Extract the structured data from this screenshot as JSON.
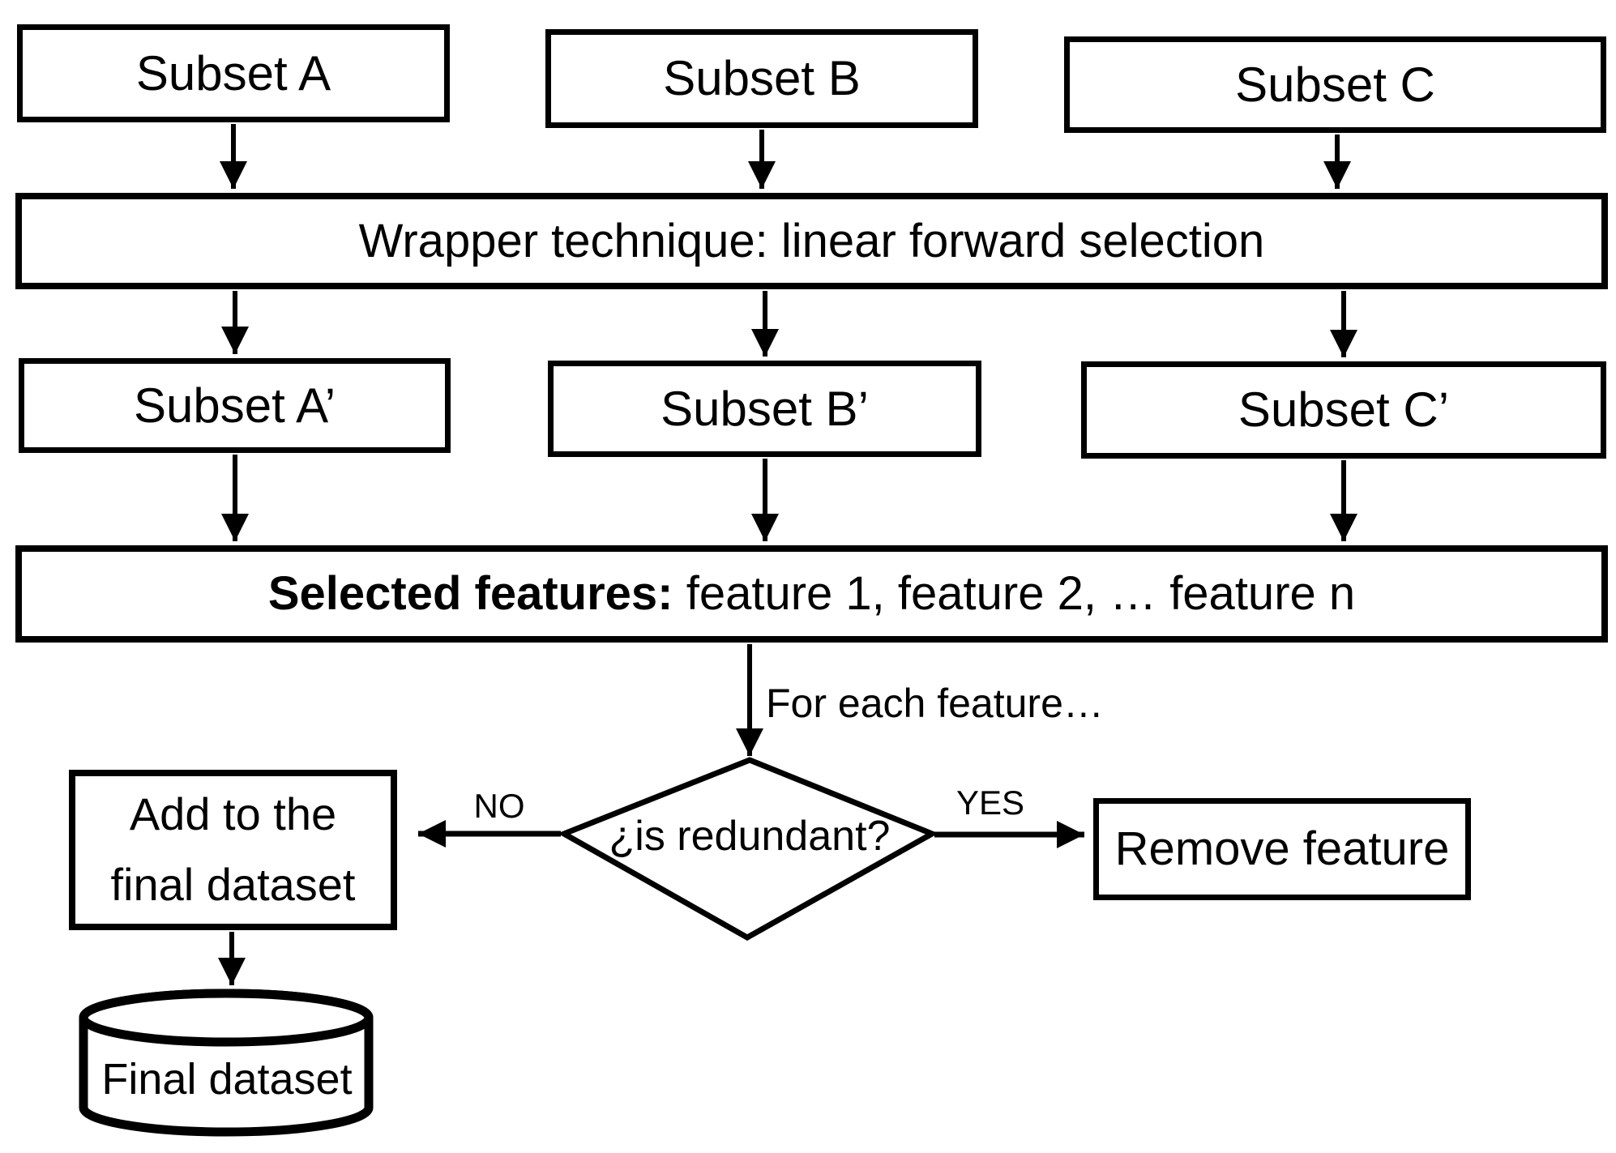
{
  "diagram": {
    "nodes": {
      "subset_a": "Subset A",
      "subset_b": "Subset B",
      "subset_c": "Subset C",
      "wrapper": "Wrapper technique: linear forward selection",
      "subset_a_prime": "Subset A’",
      "subset_b_prime": "Subset B’",
      "subset_c_prime": "Subset C’",
      "selected_bold": "Selected features:",
      "selected_rest": "feature 1, feature 2, … feature n",
      "decision": "¿is redundant?",
      "add_line1": "Add to the",
      "add_line2": "final dataset",
      "remove": "Remove feature",
      "final_dataset": "Final dataset"
    },
    "edge_labels": {
      "for_each": "For each feature…",
      "no": "NO",
      "yes": "YES"
    },
    "colors": {
      "line": "#000000",
      "fill": "#ffffff"
    }
  }
}
